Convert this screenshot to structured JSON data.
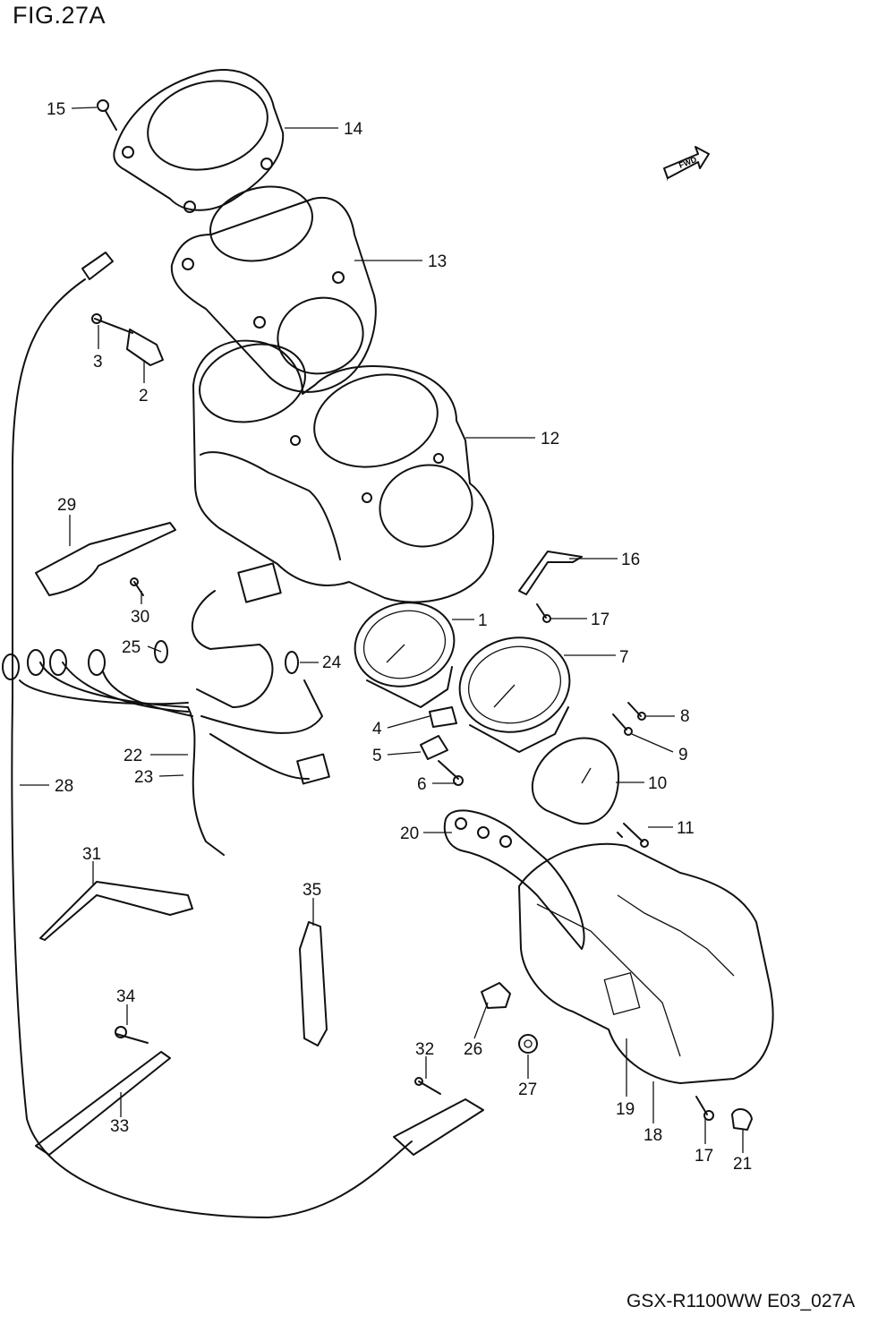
{
  "figure": {
    "title": "FIG.27A",
    "footer": "GSX-R1100WW  E03_027A",
    "fwd_mark": "FWD"
  },
  "callouts": [
    {
      "id": "c15",
      "label": "15"
    },
    {
      "id": "c14",
      "label": "14"
    },
    {
      "id": "c13",
      "label": "13"
    },
    {
      "id": "c3",
      "label": "3"
    },
    {
      "id": "c2",
      "label": "2"
    },
    {
      "id": "c12",
      "label": "12"
    },
    {
      "id": "c29",
      "label": "29"
    },
    {
      "id": "c16",
      "label": "16"
    },
    {
      "id": "c30",
      "label": "30"
    },
    {
      "id": "c17a",
      "label": "17"
    },
    {
      "id": "c1",
      "label": "1"
    },
    {
      "id": "c25",
      "label": "25"
    },
    {
      "id": "c24",
      "label": "24"
    },
    {
      "id": "c7",
      "label": "7"
    },
    {
      "id": "c8",
      "label": "8"
    },
    {
      "id": "c4",
      "label": "4"
    },
    {
      "id": "c9",
      "label": "9"
    },
    {
      "id": "c22",
      "label": "22"
    },
    {
      "id": "c5",
      "label": "5"
    },
    {
      "id": "c23",
      "label": "23"
    },
    {
      "id": "c6",
      "label": "6"
    },
    {
      "id": "c10",
      "label": "10"
    },
    {
      "id": "c28",
      "label": "28"
    },
    {
      "id": "c11",
      "label": "11"
    },
    {
      "id": "c20",
      "label": "20"
    },
    {
      "id": "c31",
      "label": "31"
    },
    {
      "id": "c35",
      "label": "35"
    },
    {
      "id": "c34",
      "label": "34"
    },
    {
      "id": "c26",
      "label": "26"
    },
    {
      "id": "c32",
      "label": "32"
    },
    {
      "id": "c27",
      "label": "27"
    },
    {
      "id": "c19",
      "label": "19"
    },
    {
      "id": "c33",
      "label": "33"
    },
    {
      "id": "c18",
      "label": "18"
    },
    {
      "id": "c17b",
      "label": "17"
    },
    {
      "id": "c21",
      "label": "21"
    }
  ]
}
